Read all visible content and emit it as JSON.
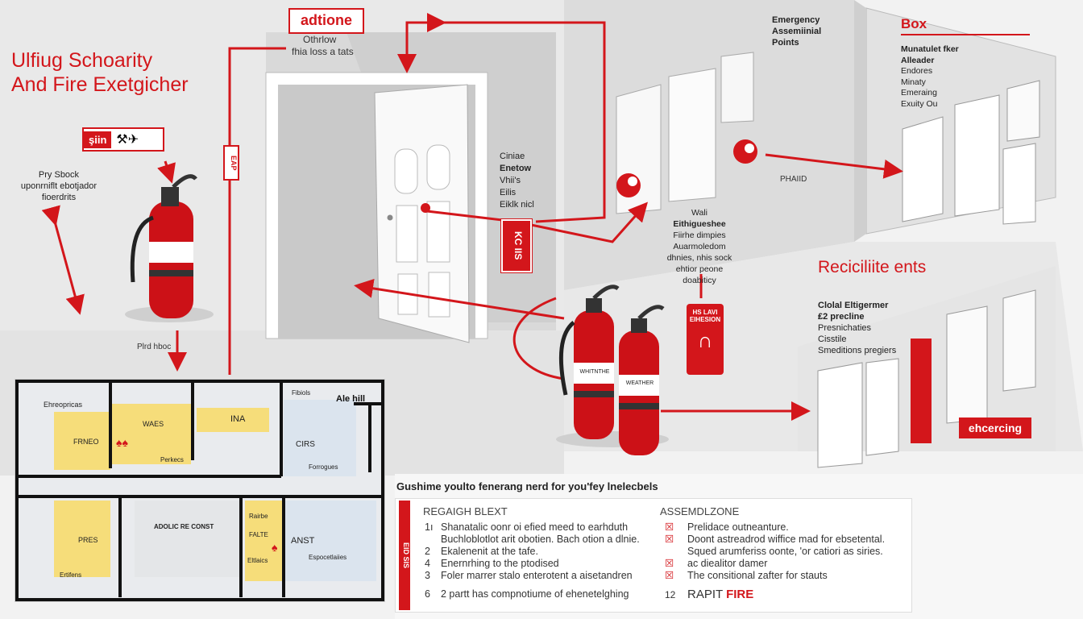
{
  "header": {
    "title_line1": "Ulfiug Schoarity",
    "title_line2": "And Fire Exetgicher",
    "top_badge": "adtione",
    "top_sub1": "Othrlow",
    "top_sub2": "fhia loss a tats"
  },
  "left_labels": {
    "badge_left": "şiin",
    "pry_line1": "Pry Sbock",
    "pry_line2": "uponrniflt ebotjador",
    "pry_line3": "fioerdrits",
    "floor_label": "Plrd hboc",
    "side_vertical": "EAP"
  },
  "door_labels": {
    "line1": "Ciniae",
    "line2": "Enetow",
    "line3": "Vhii's",
    "line4": "Eilis",
    "line5": "Eiklk nicl",
    "vertical_badge": "KC IIS"
  },
  "middle_labels": {
    "line1": "Wali",
    "line2": "Eithigueshee",
    "line3": "Fiirhe dimpies",
    "line4": "Auarmoledom",
    "line5": "dhnies, nhis sock",
    "line6": "ehtior peone",
    "line7": "doabiticy",
    "sign_line1": "HS LAVI",
    "sign_line2": "EIHESION",
    "phaid": "PHAIID",
    "ext_tag1": "WHITNTHE",
    "ext_tag2": "WEATHER"
  },
  "right_labels": {
    "emergency_line1": "Emergency",
    "emergency_line2": "Assemiinial",
    "emergency_line3": "Points",
    "box_title": "Box",
    "box_line1": "Munatulet fker",
    "box_line2": "Alleader",
    "box_line3": "Endores",
    "box_line4": "Minaty",
    "box_line5": "Emeraing",
    "box_line6": "Exuity Ou",
    "reci_title": "Reciciliite ents",
    "reci_line1": "Clolal Eltigermer",
    "reci_line2": "₤2 precline",
    "reci_line3": "Presnichaties",
    "reci_line4": "Cisstile",
    "reci_line5": "Smeditions pregiers",
    "ehcercing": "ehcercing"
  },
  "floorplan": {
    "ale_hill": "Ale hill",
    "rooms": [
      "Ehreopricas",
      "WAES",
      "INA",
      "FRNEO",
      "CIRS",
      "Forrogues",
      "ADOLIC RE CONST",
      "PRES",
      "ANST",
      "Espocetlaiies",
      "Eltlaics",
      "Ertifens",
      "Perkecs"
    ],
    "misc": [
      "Fibiols",
      "Rairbe",
      "FALTE"
    ]
  },
  "bottom_panel": {
    "heading": "Gushime youlto fenerang nerd for you'fey lnelecbels",
    "side_vertical": "EID SIS",
    "col1_title": "REGAIGH BLEXT",
    "col1_items": [
      {
        "num": "1ı",
        "text": "Shanatalic oonr oi efied meed to earhduth"
      },
      {
        "num": "",
        "text": "Buchloblotlot arit obotien. Bach otion a dlnie."
      },
      {
        "num": "2",
        "text": "Ekalenenit at the tafe."
      },
      {
        "num": "4",
        "text": "Enernrhing to the ptodised"
      },
      {
        "num": "3",
        "text": "Foler marrer stalo enterotent a aisetandren"
      },
      {
        "num": "6",
        "text": "2 partt has compnotiume of ehenetelghing"
      }
    ],
    "col2_title": "ASSEMDLZONE",
    "col2_items": [
      {
        "num": "☒",
        "text": "Prelidace outneanture."
      },
      {
        "num": "☒",
        "text": "Doont astreadrod wiffice mad for ebsetental."
      },
      {
        "num": "",
        "text": "Squed arumferiss oonte, 'or catiori as siries."
      },
      {
        "num": "☒",
        "text": "ac diealitor damer"
      },
      {
        "num": "☒",
        "text": "The consitional zafter for stauts"
      }
    ],
    "last_num": "12",
    "last_word": "RAPIT",
    "last_fire": "FIRE"
  },
  "colors": {
    "accent": "#d3161b",
    "bg": "#f2f2f2"
  }
}
